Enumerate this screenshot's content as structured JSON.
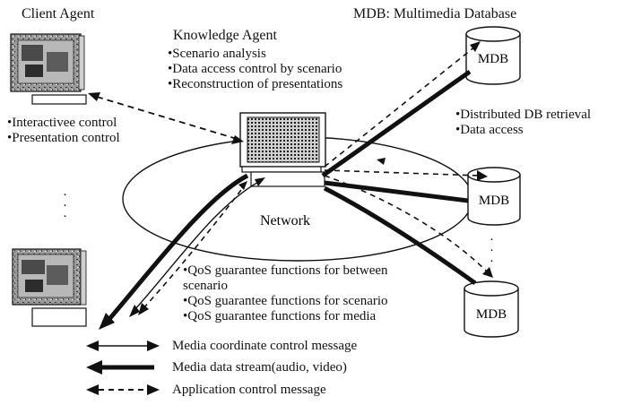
{
  "client_agent": {
    "title": "Client Agent",
    "functions": [
      "•Interactivee control",
      "•Presentation control"
    ],
    "ellipsis": "·\n·\n·"
  },
  "knowledge_agent": {
    "title": "Knowledge Agent",
    "functions": [
      "•Scenario analysis",
      "•Data access control by scenario",
      "•Reconstruction of presentations"
    ]
  },
  "mdb": {
    "title": "MDB: Multimedia Database",
    "functions": [
      "•Distributed DB retrieval",
      "•Data access"
    ],
    "label": "MDB",
    "ellipsis": "·\n·\n·"
  },
  "network": {
    "label": "Network"
  },
  "qos": {
    "items": [
      "•QoS guarantee functions for between",
      "scenario",
      "•QoS guarantee functions for scenario",
      "•QoS guarantee functions for media"
    ]
  },
  "legend": {
    "items": [
      {
        "style": "thin-double",
        "label": "Media coordinate control message"
      },
      {
        "style": "thick",
        "label": "Media data stream(audio, video)"
      },
      {
        "style": "dashed-double",
        "label": "Application control message"
      }
    ]
  },
  "colors": {
    "ink": "#111111",
    "screen": "#7a7a7a",
    "screen_dark": "#3a3a3a"
  }
}
